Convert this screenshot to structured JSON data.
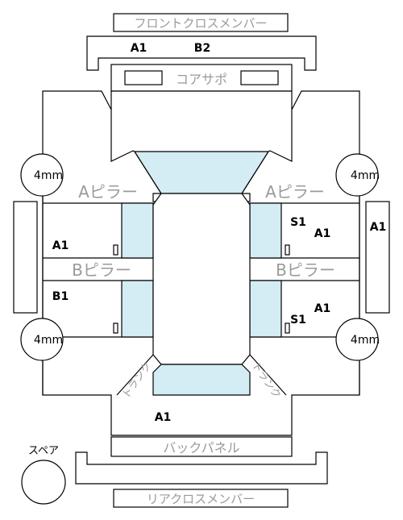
{
  "panels": {
    "front_cross_member": "フロントクロスメンバー",
    "radiator_support": "コアサポ",
    "a_pillar_left": "Aピラー",
    "a_pillar_right": "Aピラー",
    "b_pillar_left": "Bピラー",
    "b_pillar_right": "Bピラー",
    "back_panel": "バックパネル",
    "rear_cross_member": "リアクロスメンバー",
    "trunk_left": "トランク",
    "trunk_right": "トランク",
    "spare": "スペア"
  },
  "tires": {
    "front_left": "4mm",
    "front_right": "4mm",
    "rear_left": "4mm",
    "rear_right": "4mm"
  },
  "grades": {
    "front_member_a": "A1",
    "front_member_b": "B2",
    "left_front_door": "A1",
    "left_rear_door": "B1",
    "right_front_door_s": "S1",
    "right_front_door_a": "A1",
    "right_rear_door_a": "A1",
    "right_rear_door_s": "S1",
    "right_side": "A1",
    "trunk_lid": "A1"
  }
}
